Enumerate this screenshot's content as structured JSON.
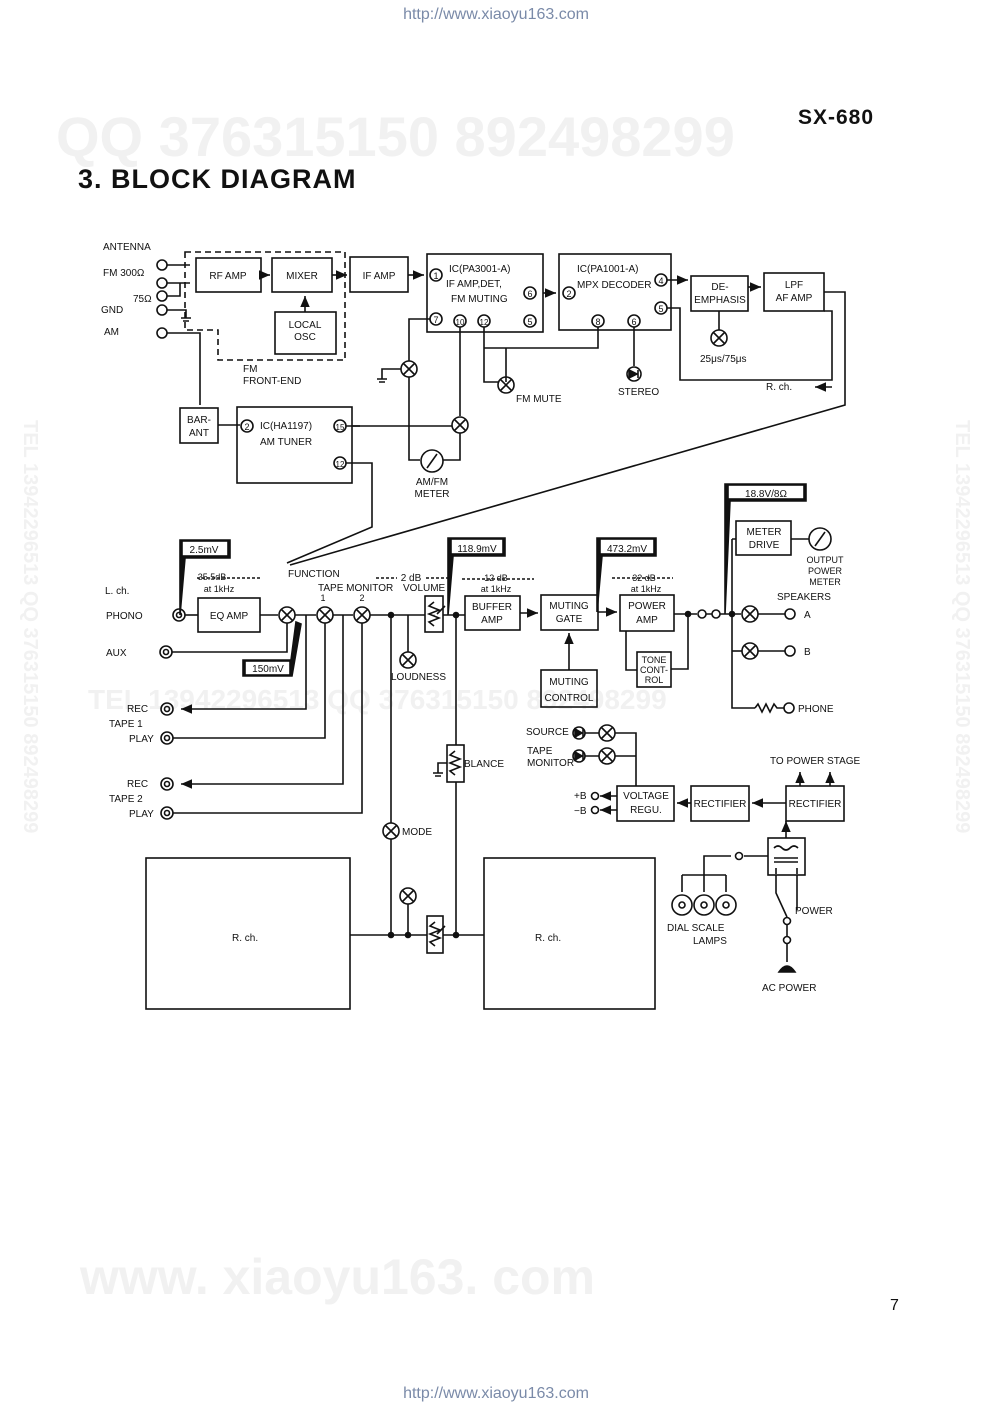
{
  "header": {
    "url": "http://www.xiaoyu163.com",
    "model": "SX-680"
  },
  "title": "3. BLOCK DIAGRAM",
  "footer": {
    "url": "http://www.xiaoyu163.com",
    "page_number": "7"
  },
  "watermarks": {
    "qq": "QQ 376315150   892498299",
    "tel_side": "TEL 13942296513  QQ 376315150  892498299",
    "mid": "TEL 13942296513      QQ 376315150  892498299",
    "bottom": "www. xiaoyu163. com"
  },
  "tuner": {
    "antenna": "ANTENNA",
    "fm300": "FM 300Ω",
    "ohm75": "75Ω",
    "gnd": "GND",
    "am": "AM",
    "rf_amp": "RF AMP",
    "mixer": "MIXER",
    "local_osc_1": "LOCAL",
    "local_osc_2": "OSC",
    "fm_frontend_1": "FM",
    "fm_frontend_2": "FRONT-END",
    "if_amp": "IF AMP",
    "ic_pa3001_1": "IC(PA3001-A)",
    "ic_pa3001_2": "IF AMP,DET,",
    "ic_pa3001_3": "FM MUTING",
    "ic_pa1001_1": "IC(PA1001-A)",
    "ic_pa1001_2": "MPX DECODER",
    "deemph_1": "DE-",
    "deemph_2": "EMPHASIS",
    "lpf_1": "LPF",
    "lpf_2": "AF AMP",
    "deemph_time": "25μs/75μs",
    "rch": "R. ch.",
    "stereo": "STEREO",
    "fm_mute": "FM MUTE",
    "bar_ant_1": "BAR-",
    "bar_ant_2": "ANT",
    "ic_ha1197_1": "IC(HA1197)",
    "ic_ha1197_2": "AM TUNER",
    "meter_1": "AM/FM",
    "meter_2": "METER"
  },
  "pins": {
    "p1": "1",
    "p2": "2",
    "p4": "4",
    "p5": "5",
    "p6": "6",
    "p7": "7",
    "p8": "8",
    "p10": "10",
    "p12": "12",
    "p15": "15"
  },
  "amp": {
    "v25": "2.5mV",
    "v150": "150mV",
    "v1189": "118.9mV",
    "v4732": "473.2mV",
    "v188": "18.8V/8Ω",
    "db355": "35.5dB",
    "at_1khz_a": "at 1kHz",
    "db2": "2 dB",
    "db12": "12 dB",
    "at_1khz_b": "at 1kHz",
    "db32": "32 dB",
    "at_1khz_c": "at 1kHz",
    "function": "FUNCTION",
    "tape_monitor": "TAPE MONITOR",
    "volume": "VOLUME",
    "tm1": "1",
    "tm2": "2",
    "lch": "L. ch.",
    "phono": "PHONO",
    "aux": "AUX",
    "eq_amp": "EQ AMP",
    "buffer_1": "BUFFER",
    "buffer_2": "AMP",
    "muting_gate_1": "MUTING",
    "muting_gate_2": "GATE",
    "power_amp_1": "POWER",
    "power_amp_2": "AMP",
    "tone_1": "TONE",
    "tone_2": "CONT-",
    "tone_3": "ROL",
    "muting_control_1": "MUTING",
    "muting_control_2": "CONTROL",
    "meter_drive_1": "METER",
    "meter_drive_2": "DRIVE",
    "opm_1": "OUTPUT",
    "opm_2": "POWER",
    "opm_3": "METER",
    "speakers": "SPEAKERS",
    "spk_a": "A",
    "spk_b": "B",
    "phone": "PHONE",
    "loudness": "LOUDNESS",
    "balance": "BLANCE",
    "mode": "MODE",
    "rec1": "REC",
    "tape1": "TAPE 1",
    "play1": "PLAY",
    "rec2": "REC",
    "tape2": "TAPE 2",
    "play2": "PLAY",
    "rch_left": "R.   ch.",
    "rch_right": "R.      ch."
  },
  "power": {
    "source": "SOURCE",
    "tape_monitor_1": "TAPE",
    "tape_monitor_2": "MONITOR",
    "plus_b": "+B",
    "minus_b": "−B",
    "voltage_regu_1": "VOLTAGE",
    "voltage_regu_2": "REGU.",
    "rectifier_1": "RECTIFIER",
    "rectifier_2": "RECTIFIER",
    "to_power_stage": "TO POWER STAGE",
    "dial_1": "DIAL   SCALE",
    "dial_2": "LAMPS",
    "power_sw": "POWER",
    "ac_power": "AC POWER"
  }
}
